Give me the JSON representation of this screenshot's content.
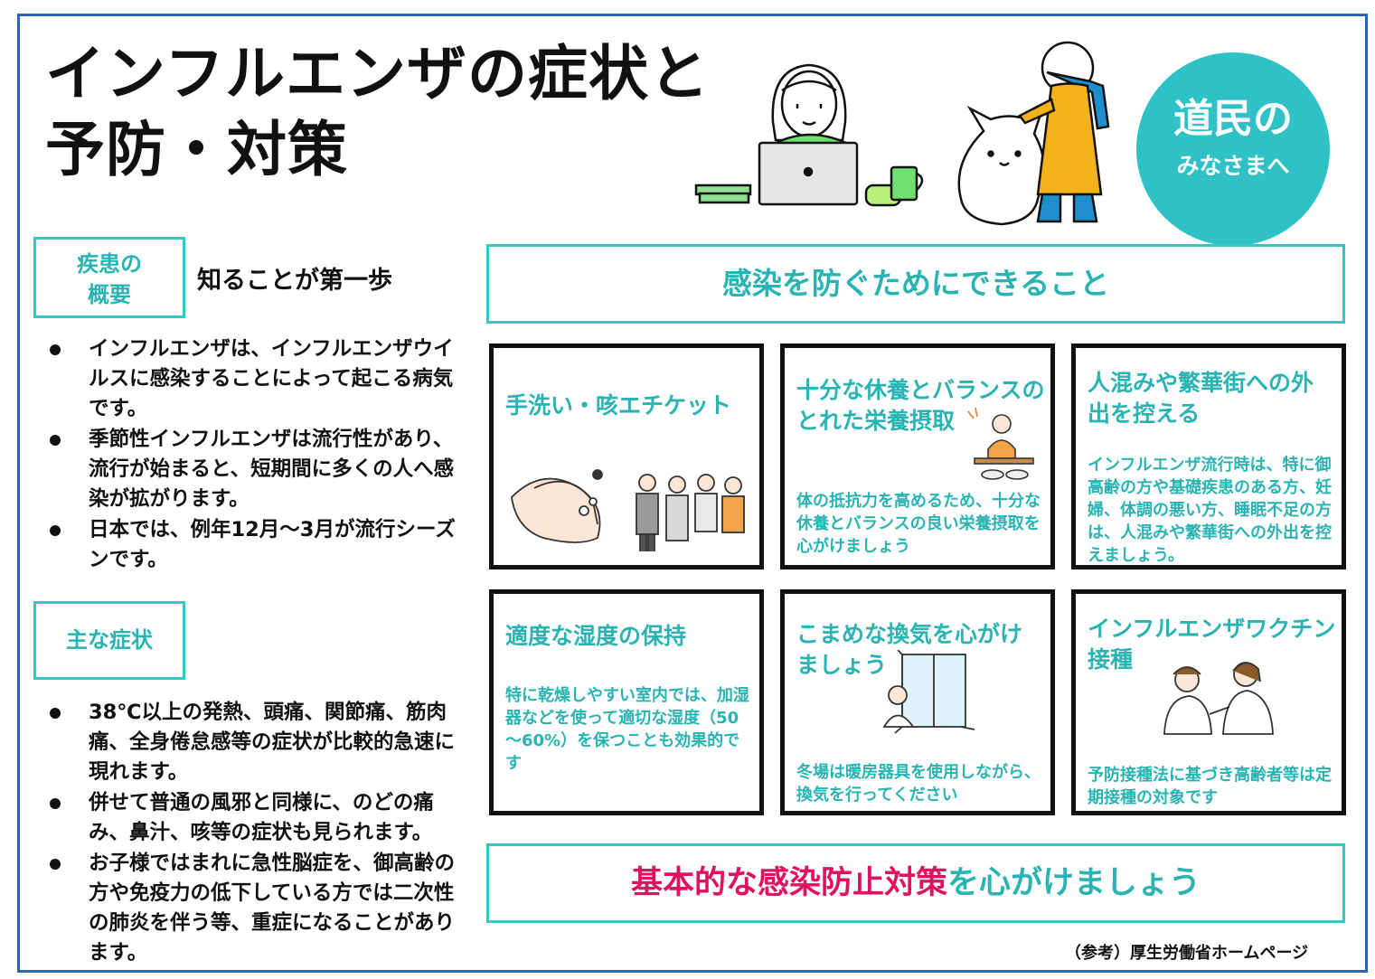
{
  "title": {
    "line1": "インフルエンザの症状と",
    "line2": "予防・対策"
  },
  "badge": {
    "line1": "道民の",
    "line2": "みなさまへ"
  },
  "overview": {
    "tag_line1": "疾患の",
    "tag_line2": "概要",
    "side_label": "知ることが第一歩",
    "items": [
      "インフルエンザは、インフルエンザウイルスに感染することによって起こる病気です。",
      "季節性インフルエンザは流行性があり、流行が始まると、短期間に多くの人へ感染が拡がります。",
      "日本では、例年12月～3月が流行シーズンです。"
    ]
  },
  "symptoms": {
    "tag": "主な症状",
    "items": [
      "38℃以上の発熱、頭痛、関節痛、筋肉痛、全身倦怠感等の症状が比較的急速に現れます。",
      "併せて普通の風邪と同様に、のどの痛み、鼻汁、咳等の症状も見られます。",
      "お子様ではまれに急性脳症を、御高齢の方や免疫力の低下している方では二次性の肺炎を伴う等、重症になることがあります。"
    ]
  },
  "prevention": {
    "banner": "感染を防ぐためにできること",
    "cards": [
      {
        "title": "手洗い・咳エチケット",
        "body": ""
      },
      {
        "title_line1": "十分な休養とバランスの",
        "title_line2": "とれた栄養摂取",
        "body": "体の抵抗力を高めるため、十分な休養とバランスの良い栄養摂取を心がけましょう"
      },
      {
        "title_line1": "人混みや繁華街への外",
        "title_line2": "出を控える",
        "body": "インフルエンザ流行時は、特に御高齢の方や基礎疾患のある方、妊婦、体調の悪い方、睡眠不足の方は、人混みや繁華街への外出を控えましょう。"
      },
      {
        "title": "適度な湿度の保持",
        "body": "特に乾燥しやすい室内では、加湿器などを使って適切な湿度（50～60%）を保つことも効果的です"
      },
      {
        "title_line1": "こまめな換気を心がけ",
        "title_line2": "ましょう",
        "body": "冬場は暖房器具を使用しながら、換気を行ってください"
      },
      {
        "title_line1": "インフルエンザワクチン",
        "title_line2": "接種",
        "body": "予防接種法に基づき高齢者等は定期接種の対象です"
      }
    ]
  },
  "footer": {
    "part1": "基本的な",
    "part2": "感染防止対策",
    "part3": "を心がけましょう"
  },
  "reference": "（参考）厚生労働省ホームページ"
}
